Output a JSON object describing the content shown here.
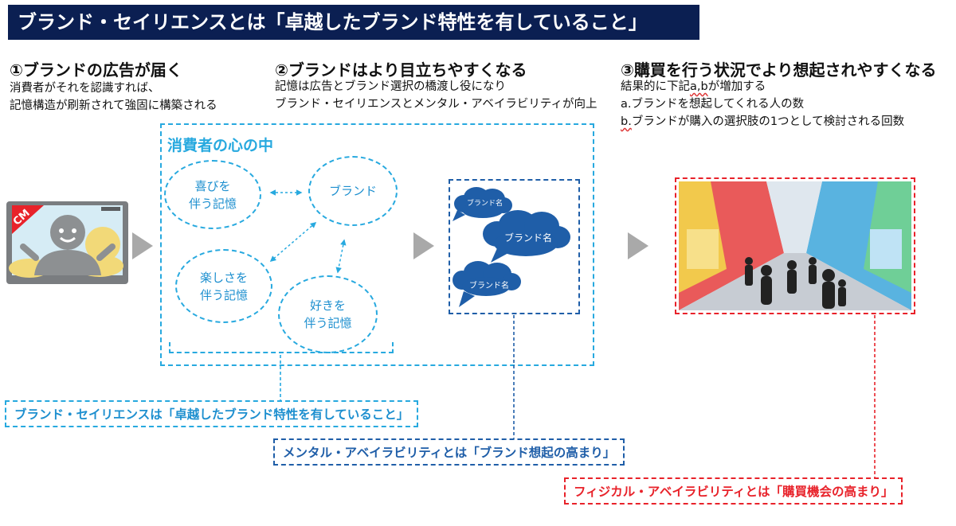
{
  "title": "ブランド・セイリエンスとは「卓越したブランド特性を有していること」",
  "steps": [
    {
      "heading": "①ブランドの広告が届く",
      "lines": [
        "消費者がそれを認識すれば、",
        "記憶構造が刷新されて強固に構築される"
      ]
    },
    {
      "heading": "②ブランドはより目立ちやすくなる",
      "lines": [
        "記憶は広告とブランド選択の橋渡し役になり",
        "ブランド・セイリエンスとメンタル・アベイラビリティが向上"
      ]
    },
    {
      "heading": "③購買を行う状況でより想起されやすくなる",
      "line1_prefix": "結果的に下記",
      "line1_mark": "a,b",
      "line1_suffix": "が増加する",
      "line2": "a.ブランドを想起してくれる人の数",
      "line3_mark": "b.",
      "line3_rest": "ブランドが購入の選択肢の1つとして検討される回数"
    }
  ],
  "tv": {
    "badge": "CM"
  },
  "mind": {
    "title": "消費者の心の中",
    "nodes": {
      "joy": "喜びを\n伴う記憶",
      "brand": "ブランド",
      "fun": "楽しさを\n伴う記憶",
      "like": "好きを\n伴う記憶"
    }
  },
  "recall": {
    "cloud_small_top": "ブランド名",
    "cloud_big": "ブランド名",
    "cloud_small_bottom": "ブランド名"
  },
  "labels": {
    "salience": "ブランド・セイリエンスは「卓越したブランド特性を有していること」",
    "mental": "メンタル・アベイラビリティとは「ブランド想起の高まり」",
    "physical": "フィジカル・アベイラビリティとは「購買機会の高まり」"
  },
  "colors": {
    "navy": "#0b1f52",
    "light_blue": "#27a9df",
    "dark_blue": "#1f5ea8",
    "red": "#e8222a",
    "cloud": "#1f5ea8"
  }
}
